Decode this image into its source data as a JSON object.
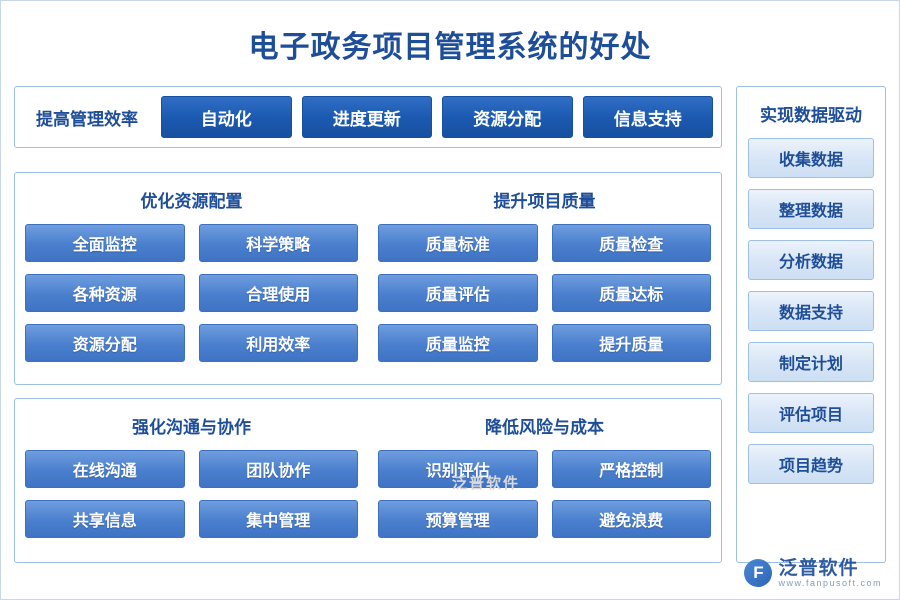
{
  "title": "电子政务项目管理系统的好处",
  "top_row": {
    "label": "提高管理效率",
    "items": [
      {
        "label": "自动化"
      },
      {
        "label": "进度更新"
      },
      {
        "label": "资源分配"
      },
      {
        "label": "信息支持"
      }
    ]
  },
  "panels": [
    {
      "columns": [
        {
          "heading": "优化资源配置",
          "items": [
            {
              "label": "全面监控"
            },
            {
              "label": "科学策略"
            },
            {
              "label": "各种资源"
            },
            {
              "label": "合理使用"
            },
            {
              "label": "资源分配"
            },
            {
              "label": "利用效率"
            }
          ]
        },
        {
          "heading": "提升项目质量",
          "items": [
            {
              "label": "质量标准"
            },
            {
              "label": "质量检查"
            },
            {
              "label": "质量评估"
            },
            {
              "label": "质量达标"
            },
            {
              "label": "质量监控"
            },
            {
              "label": "提升质量"
            }
          ]
        }
      ]
    },
    {
      "columns": [
        {
          "heading": "强化沟通与协作",
          "items": [
            {
              "label": "在线沟通"
            },
            {
              "label": "团队协作"
            },
            {
              "label": "共享信息"
            },
            {
              "label": "集中管理"
            }
          ]
        },
        {
          "heading": "降低风险与成本",
          "items": [
            {
              "label": "识别评估"
            },
            {
              "label": "严格控制"
            },
            {
              "label": "预算管理"
            },
            {
              "label": "避免浪费"
            }
          ]
        }
      ]
    }
  ],
  "right_panel": {
    "heading": "实现数据驱动",
    "items": [
      {
        "label": "收集数据"
      },
      {
        "label": "整理数据"
      },
      {
        "label": "分析数据"
      },
      {
        "label": "数据支持"
      },
      {
        "label": "制定计划"
      },
      {
        "label": "评估项目"
      },
      {
        "label": "项目趋势"
      }
    ]
  },
  "watermark": {
    "center": "泛普软件",
    "logo_cn": "泛普软件",
    "logo_en": "www.fanpusoft.com",
    "logo_mark": "F"
  },
  "colors": {
    "accent": "#1f4e99",
    "chip_dark": "#1b59b0",
    "chip_mid": "#4a7fce",
    "chip_light": "#d7e5f6",
    "border": "#9dc0e4"
  }
}
